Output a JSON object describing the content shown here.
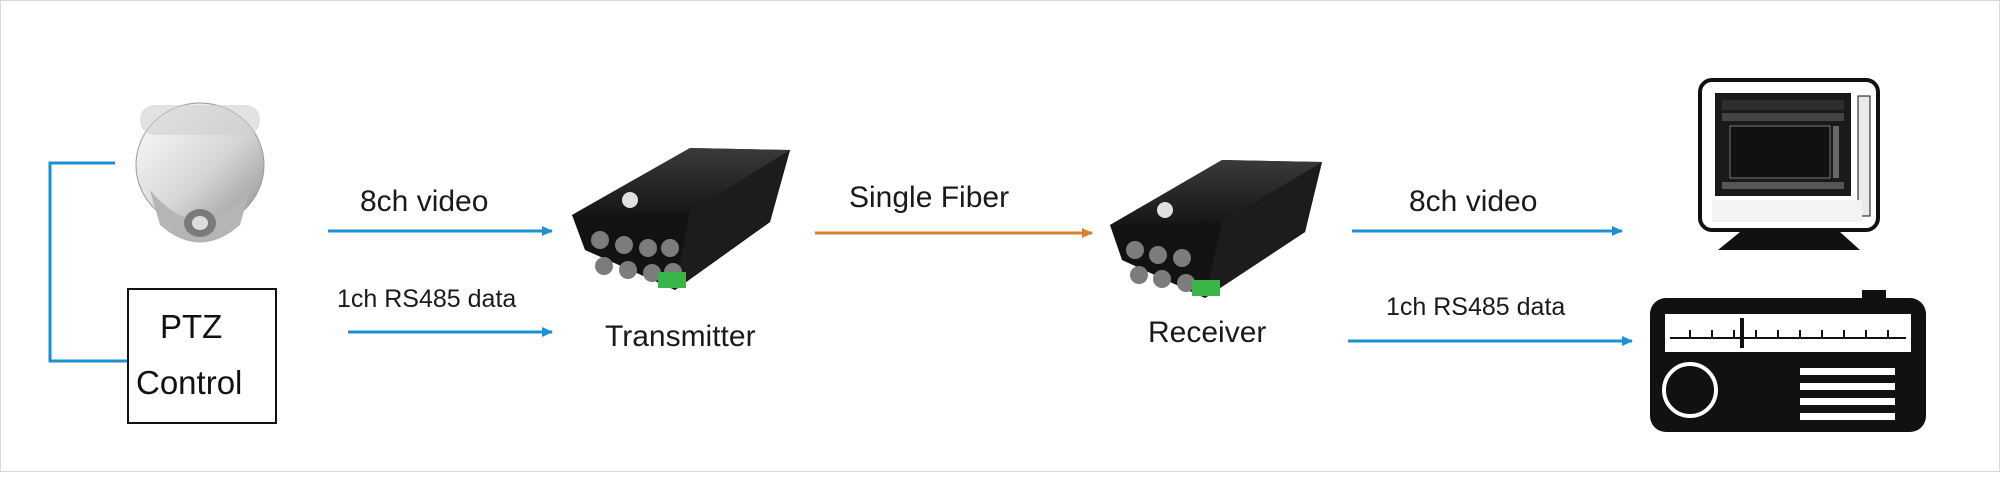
{
  "colors": {
    "link": "#1e8fd0",
    "fiber": "#d9822b",
    "device": "#1c1c1c"
  },
  "labels": {
    "ptz_control": [
      "PTZ",
      "Control"
    ],
    "video_left": "8ch video",
    "rs485_left": "1ch RS485 data",
    "transmitter": "Transmitter",
    "fiber": "Single Fiber",
    "receiver": "Receiver",
    "video_right": "8ch video",
    "rs485_right": "1ch RS485 data"
  },
  "icons": [
    "dome-camera-icon",
    "fiber-transmitter-device",
    "fiber-receiver-device",
    "monitor-icon",
    "dvr-recorder-icon"
  ]
}
